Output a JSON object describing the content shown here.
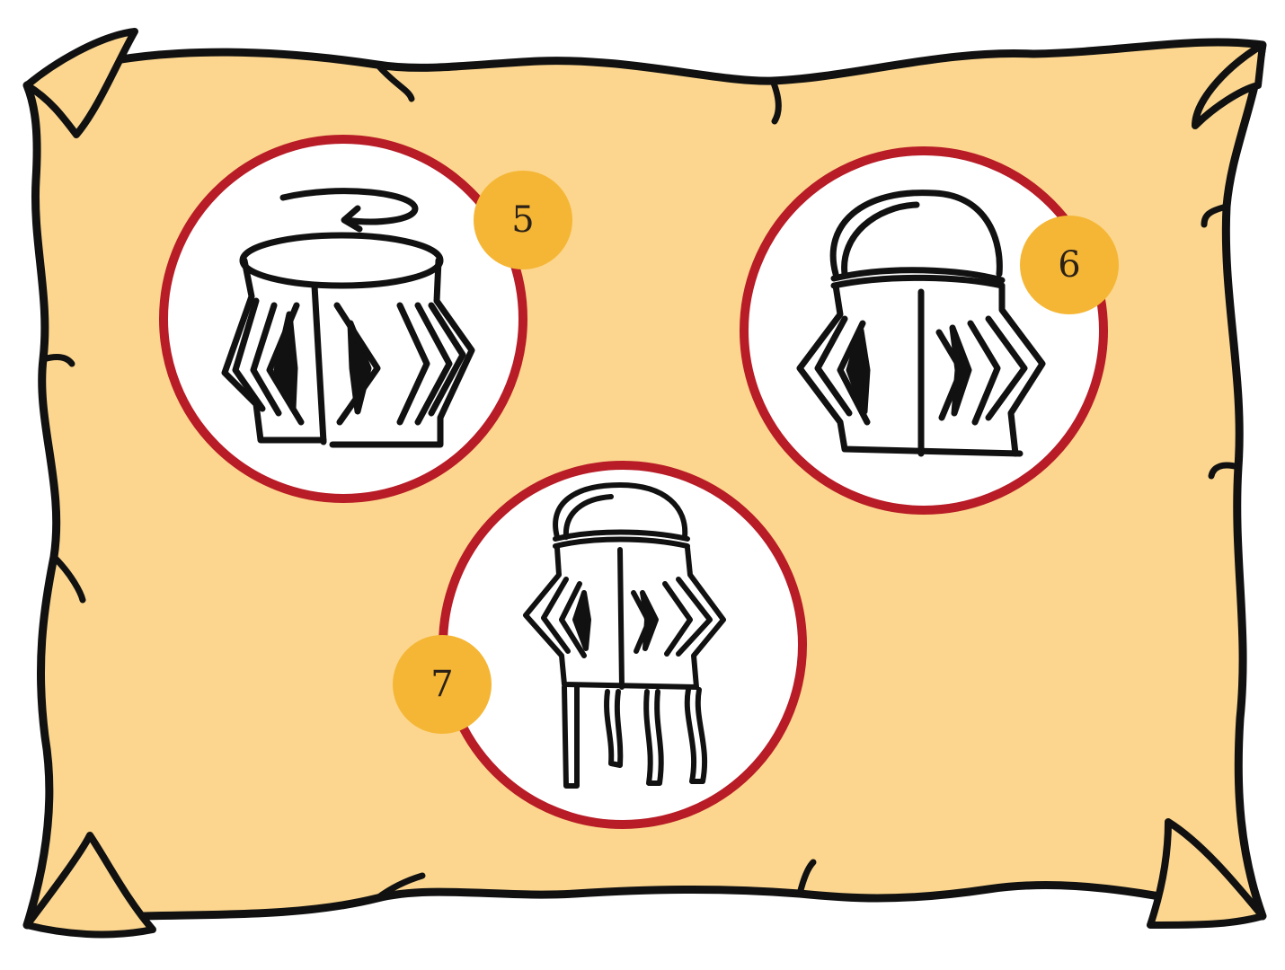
{
  "steps": [
    {
      "number": "5",
      "illustration": "lantern-body-rolled-with-rotation-arrow"
    },
    {
      "number": "6",
      "illustration": "lantern-with-handle"
    },
    {
      "number": "7",
      "illustration": "lantern-with-handle-and-hanging-strips"
    }
  ],
  "colors": {
    "parchment": "#fcd68e",
    "outline": "#111111",
    "circle_ring": "#b81c26",
    "circle_fill": "#ffffff",
    "badge": "#f5b635"
  }
}
